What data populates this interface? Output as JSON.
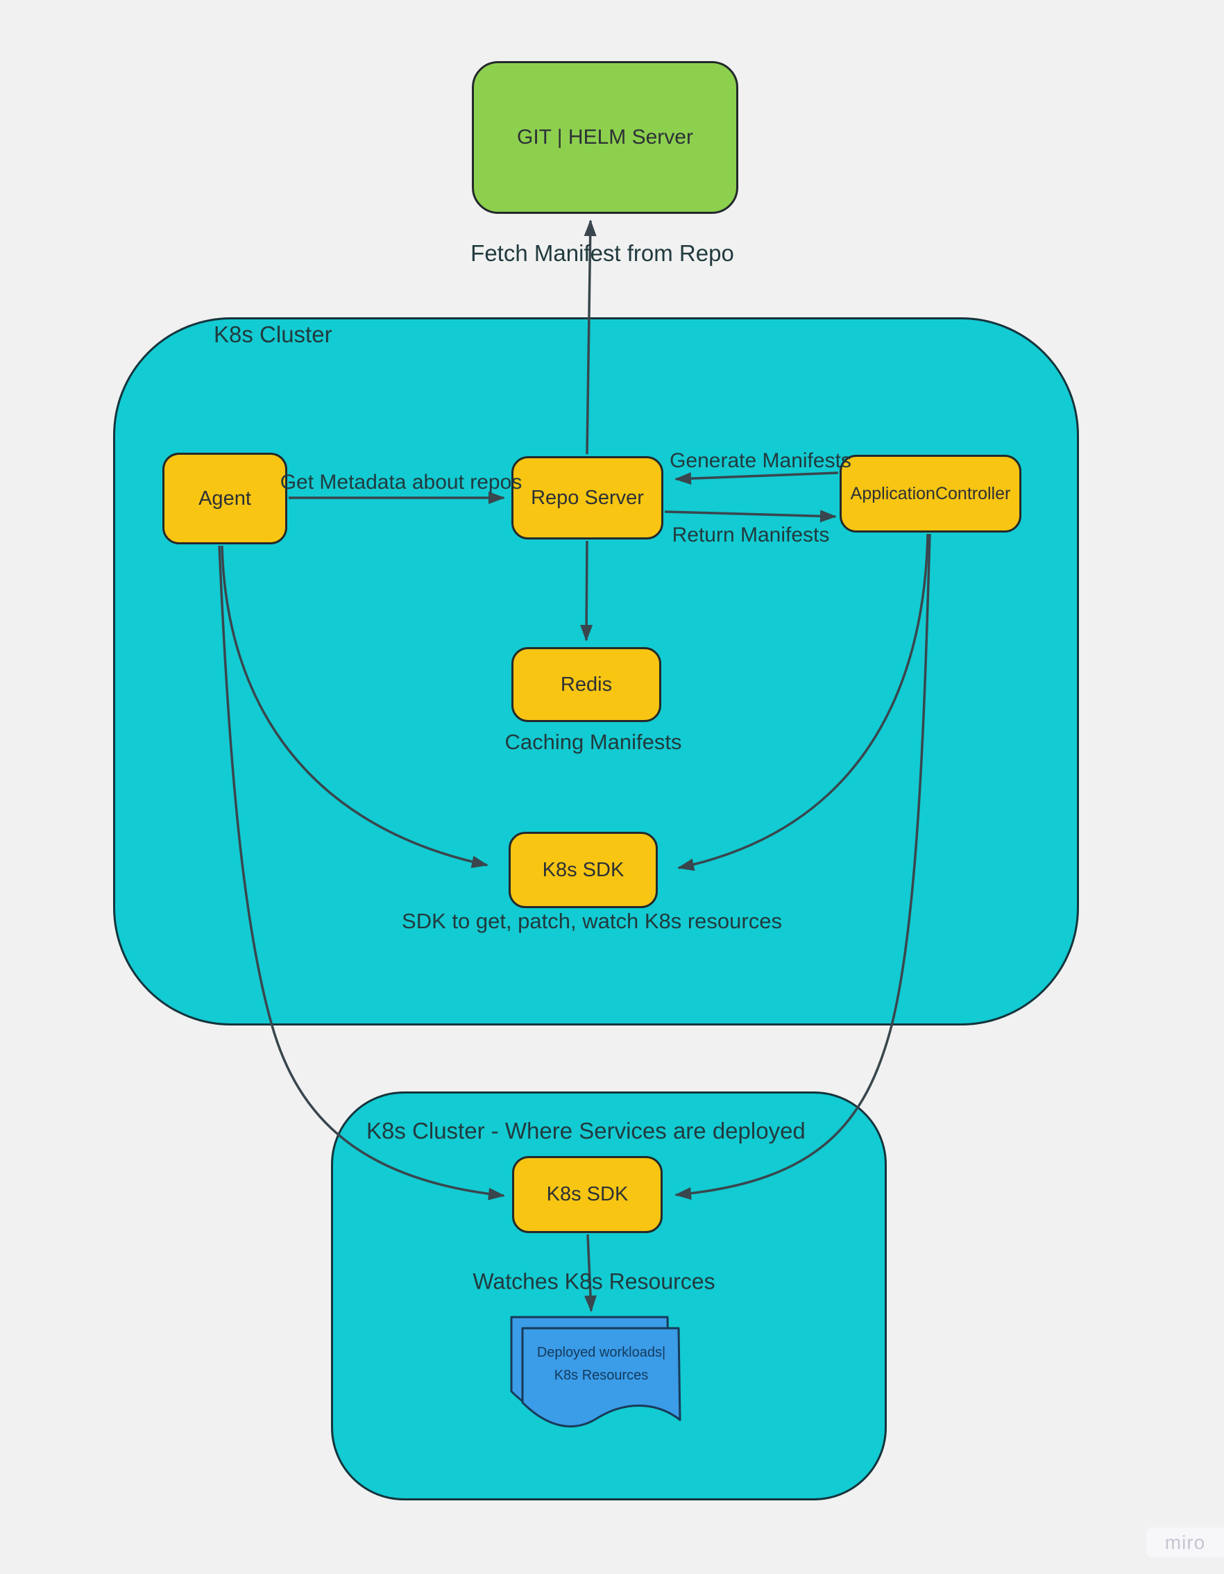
{
  "colors": {
    "bg": "#f1f1f1",
    "cluster-fill": "#13cbd2",
    "cluster-border": "#15343c",
    "node-fill": "#f7c512",
    "node-border": "#23292c",
    "green-fill": "#8dd04e",
    "doc-fill": "#3b9ce8",
    "doc-border": "#173a57",
    "doc-text": "#143a5c",
    "connector": "#39464d",
    "text": "#213a3e",
    "watermark-bg": "#f7f7f9",
    "watermark-text": "#c5c5d2"
  },
  "clusters": {
    "main": {
      "label": "K8s Cluster"
    },
    "services": {
      "label": "K8s Cluster - Where Services are deployed"
    }
  },
  "nodes": {
    "git_server": {
      "label": "GIT | HELM Server"
    },
    "agent": {
      "label": "Agent"
    },
    "repo_server": {
      "label": "Repo Server"
    },
    "application_controller": {
      "label": "ApplicationController"
    },
    "redis": {
      "label": "Redis"
    },
    "k8s_sdk_main": {
      "label": "K8s SDK"
    },
    "k8s_sdk_services": {
      "label": "K8s SDK"
    },
    "workloads_doc": {
      "line1": "Deployed workloads|",
      "line2": "K8s Resources"
    }
  },
  "annotations": {
    "fetch_manifest": "Fetch Manifest from Repo",
    "get_metadata": "Get Metadata about repos",
    "generate_manifests": "Generate Manifests",
    "return_manifests": "Return Manifests",
    "caching_manifests": "Caching Manifests",
    "sdk_caption": "SDK to get, patch, watch K8s resources",
    "watches_resources": "Watches K8s Resources"
  },
  "watermark": "miro"
}
